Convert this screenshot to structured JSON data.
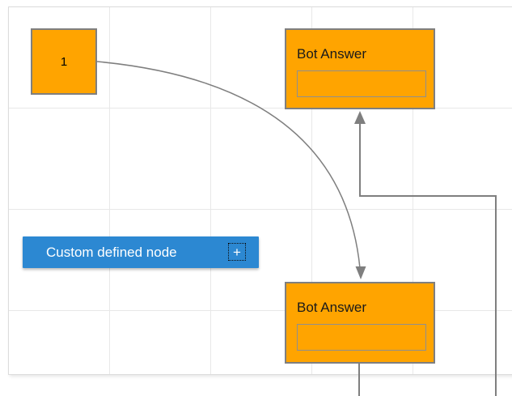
{
  "nodes": {
    "start_node": {
      "label": "1",
      "fill": "#FFA400",
      "border_color": "#7F7F7F"
    },
    "bot_answer_top": {
      "title": "Bot Answer",
      "fill": "#FFA400",
      "border_color": "#7F7F7F",
      "field_value": "",
      "field_border_color": "#8F8F8F"
    },
    "bot_answer_bottom": {
      "title": "Bot Answer",
      "fill": "#FFA400",
      "border_color": "#7F7F7F",
      "field_value": "",
      "field_border_color": "#8F8F8F"
    },
    "custom_node": {
      "label": "Custom defined node",
      "plus_icon": "+",
      "fill": "#2C88D2",
      "text_color": "#FFFFFF"
    }
  },
  "connectors": {
    "color": "#7F7F7F"
  },
  "colors": {
    "canvas_background": "#FFFFFF",
    "grid_line": "#E8E8E8",
    "page_border": "#DCDCDC"
  }
}
